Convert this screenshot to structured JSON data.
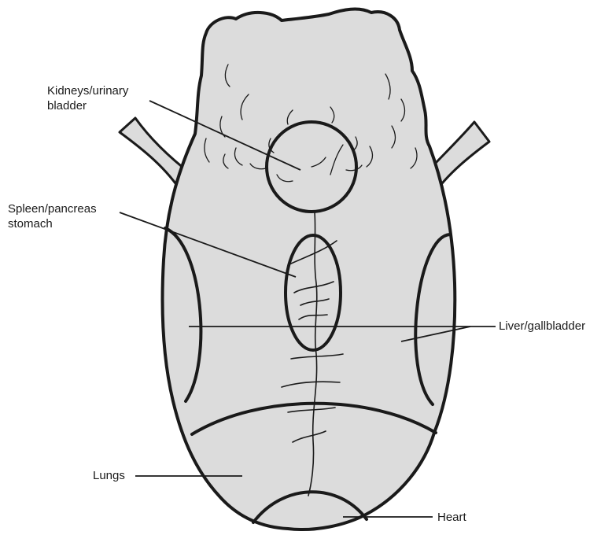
{
  "labels": {
    "kidneys_line1": "Kidneys/urinary",
    "kidneys_line2": "bladder",
    "spleen_line1": "Spleen/pancreas",
    "spleen_line2": "stomach",
    "liver": "Liver/gallbladder",
    "lungs": "Lungs",
    "heart": "Heart"
  },
  "colors": {
    "tongue_fill": "#dcdcdc",
    "outline": "#1a1a1a",
    "background": "#ffffff"
  }
}
